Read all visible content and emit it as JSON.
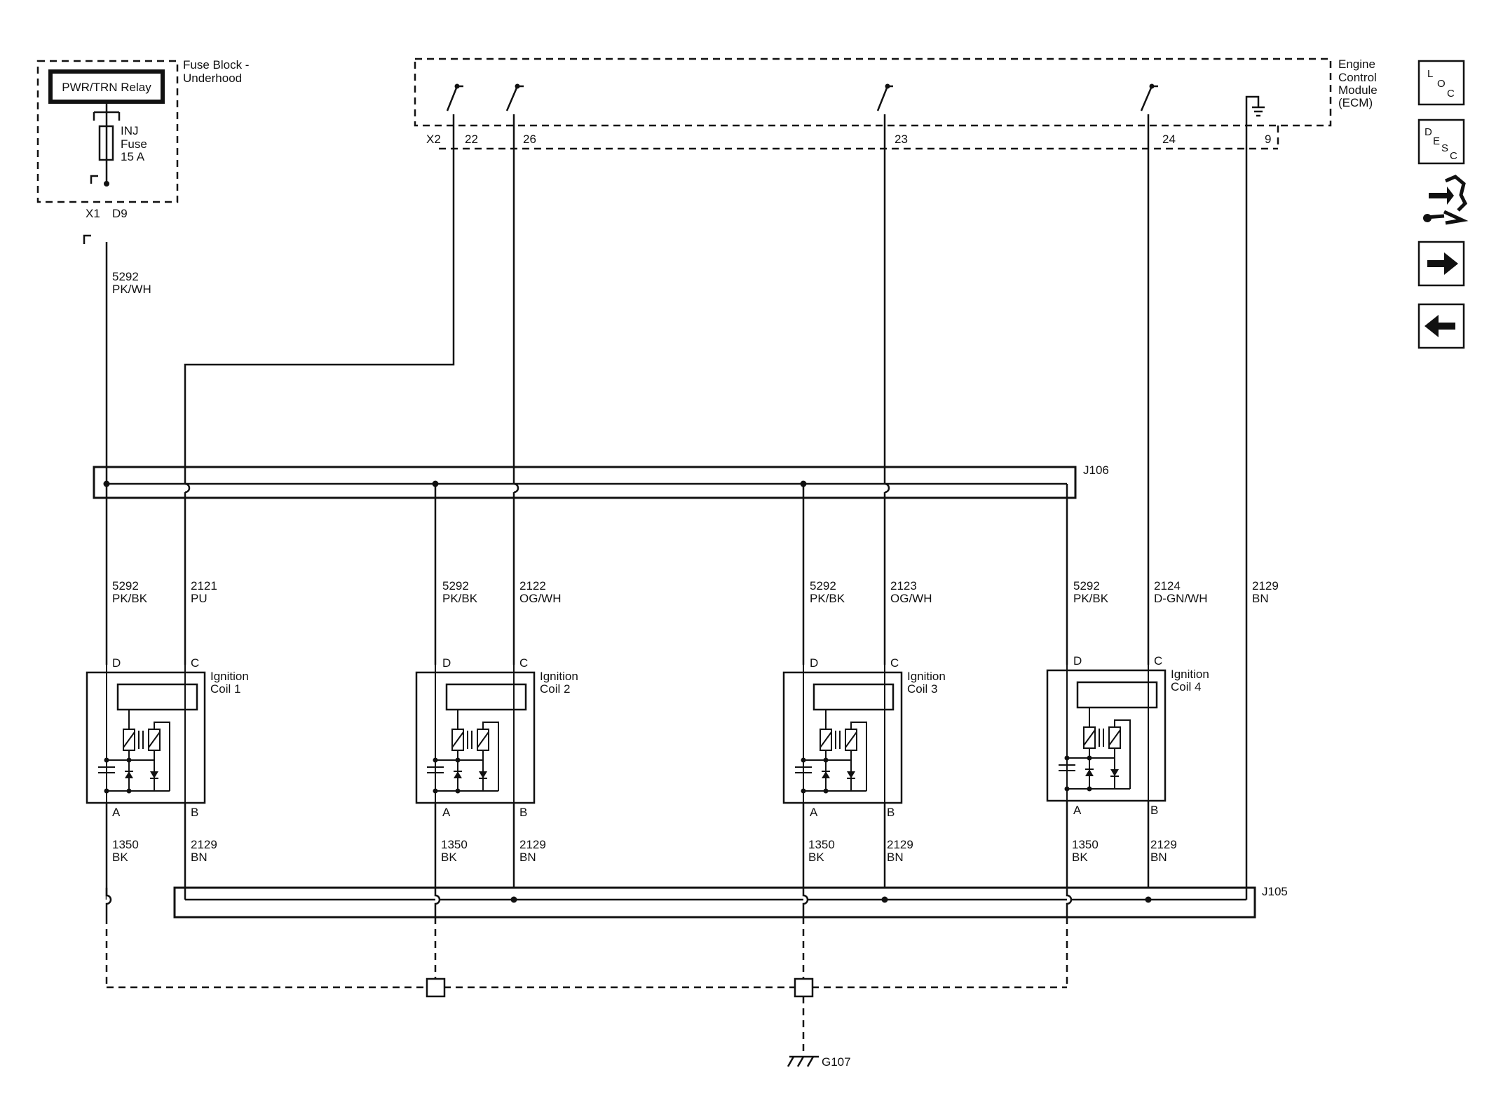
{
  "fuse_block": {
    "title_line1": "Fuse Block -",
    "title_line2": "Underhood",
    "relay_label": "PWR/TRN Relay",
    "fuse_line1": "INJ",
    "fuse_line2": "Fuse",
    "fuse_line3": "15 A",
    "connector": "X1",
    "pin": "D9",
    "feed_circuit": "5292",
    "feed_color": "PK/WH"
  },
  "ecm": {
    "title_line1": "Engine",
    "title_line2": "Control",
    "title_line3": "Module",
    "title_line4": "(ECM)",
    "connector": "X2",
    "pins": [
      "22",
      "26",
      "23",
      "24",
      "9"
    ]
  },
  "splices": {
    "upper": "J106",
    "lower": "J105"
  },
  "ground": {
    "label": "G107"
  },
  "coils": [
    {
      "name_line1": "Ignition",
      "name_line2": "Coil 1",
      "pin_d": "D",
      "pin_c": "C",
      "pin_a": "A",
      "pin_b": "B",
      "d_circuit": "5292",
      "d_color": "PK/BK",
      "c_circuit": "2121",
      "c_color": "PU",
      "a_circuit": "1350",
      "a_color": "BK",
      "b_circuit": "2129",
      "b_color": "BN"
    },
    {
      "name_line1": "Ignition",
      "name_line2": "Coil 2",
      "pin_d": "D",
      "pin_c": "C",
      "pin_a": "A",
      "pin_b": "B",
      "d_circuit": "5292",
      "d_color": "PK/BK",
      "c_circuit": "2122",
      "c_color": "OG/WH",
      "a_circuit": "1350",
      "a_color": "BK",
      "b_circuit": "2129",
      "b_color": "BN"
    },
    {
      "name_line1": "Ignition",
      "name_line2": "Coil 3",
      "pin_d": "D",
      "pin_c": "C",
      "pin_a": "A",
      "pin_b": "B",
      "d_circuit": "5292",
      "d_color": "PK/BK",
      "c_circuit": "2123",
      "c_color": "OG/WH",
      "a_circuit": "1350",
      "a_color": "BK",
      "b_circuit": "2129",
      "b_color": "BN"
    },
    {
      "name_line1": "Ignition",
      "name_line2": "Coil 4",
      "pin_d": "D",
      "pin_c": "C",
      "pin_a": "A",
      "pin_b": "B",
      "d_circuit": "5292",
      "d_color": "PK/BK",
      "c_circuit": "2124",
      "c_color": "D-GN/WH",
      "a_circuit": "1350",
      "a_color": "BK",
      "b_circuit": "2129",
      "b_color": "BN"
    }
  ],
  "ecm_ground_wire": {
    "circuit": "2129",
    "color": "BN"
  },
  "nav": {
    "loc": {
      "l": "L",
      "o": "O",
      "c": "C"
    },
    "desc": {
      "d": "D",
      "e": "E",
      "s": "S",
      "c": "C"
    },
    "icons": [
      "location-icon",
      "description-icon",
      "connector-tool-icon",
      "next-arrow-icon",
      "previous-arrow-icon"
    ]
  }
}
